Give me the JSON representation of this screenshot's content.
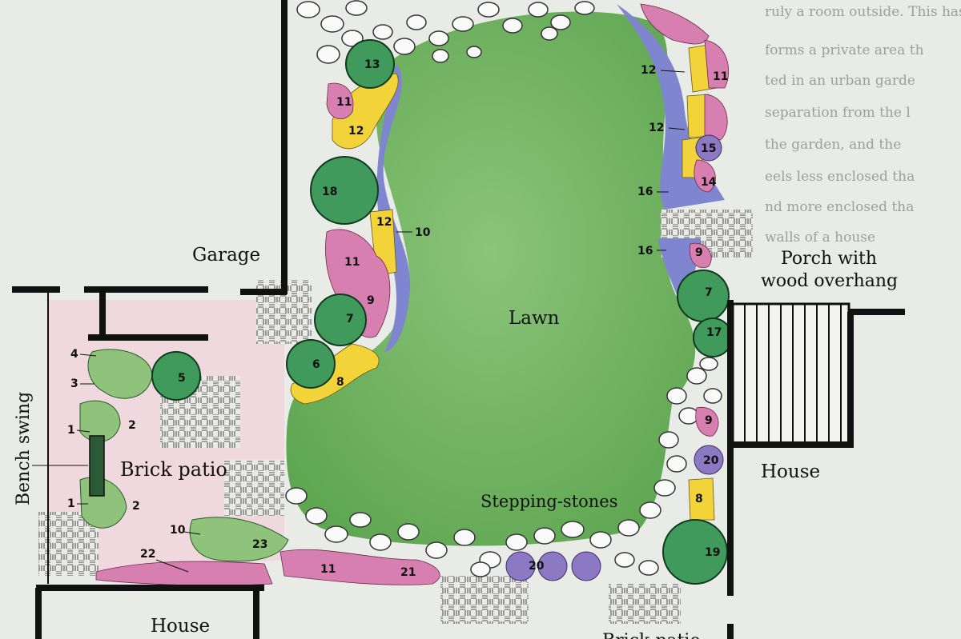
{
  "labels": {
    "garage": "Garage",
    "porch_line1": "Porch with",
    "porch_line2": "wood overhang",
    "lawn": "Lawn",
    "brick_patio": "Brick patio",
    "bench_swing": "Bench swing",
    "house_right": "House",
    "house_bottom": "House",
    "stepping_stones": "Stepping-stones",
    "brick_patio_bottom": "Brick patio"
  },
  "background_text": {
    "left": [
      "",
      "",
      "",
      "",
      ""
    ],
    "right": [
      "ruly a room outside. This has",
      "forms a private area th",
      "ted in an urban garde",
      "separation from the l",
      "the garden, and the",
      "eels less enclosed tha",
      "nd more enclosed tha",
      "walls of a house"
    ]
  },
  "plant_numbers": [
    "13",
    "11",
    "12",
    "18",
    "12",
    "10",
    "11",
    "9",
    "7",
    "6",
    "8",
    "12",
    "11",
    "12",
    "15",
    "14",
    "16",
    "16",
    "9",
    "7",
    "17",
    "9",
    "20",
    "8",
    "19",
    "5",
    "4",
    "3",
    "1",
    "2",
    "1",
    "2",
    "10",
    "23",
    "22",
    "11",
    "21",
    "20"
  ],
  "colors": {
    "lawn": "#6fb25e",
    "shrub": "#3f9a5c",
    "pink": "#d77fb0",
    "yellow": "#f2d43a",
    "blue": "#7f86cf",
    "purple": "#8c79c4",
    "brick": "#6b6b6b",
    "wall": "#111111",
    "patio_pink": "#f0d9de"
  }
}
